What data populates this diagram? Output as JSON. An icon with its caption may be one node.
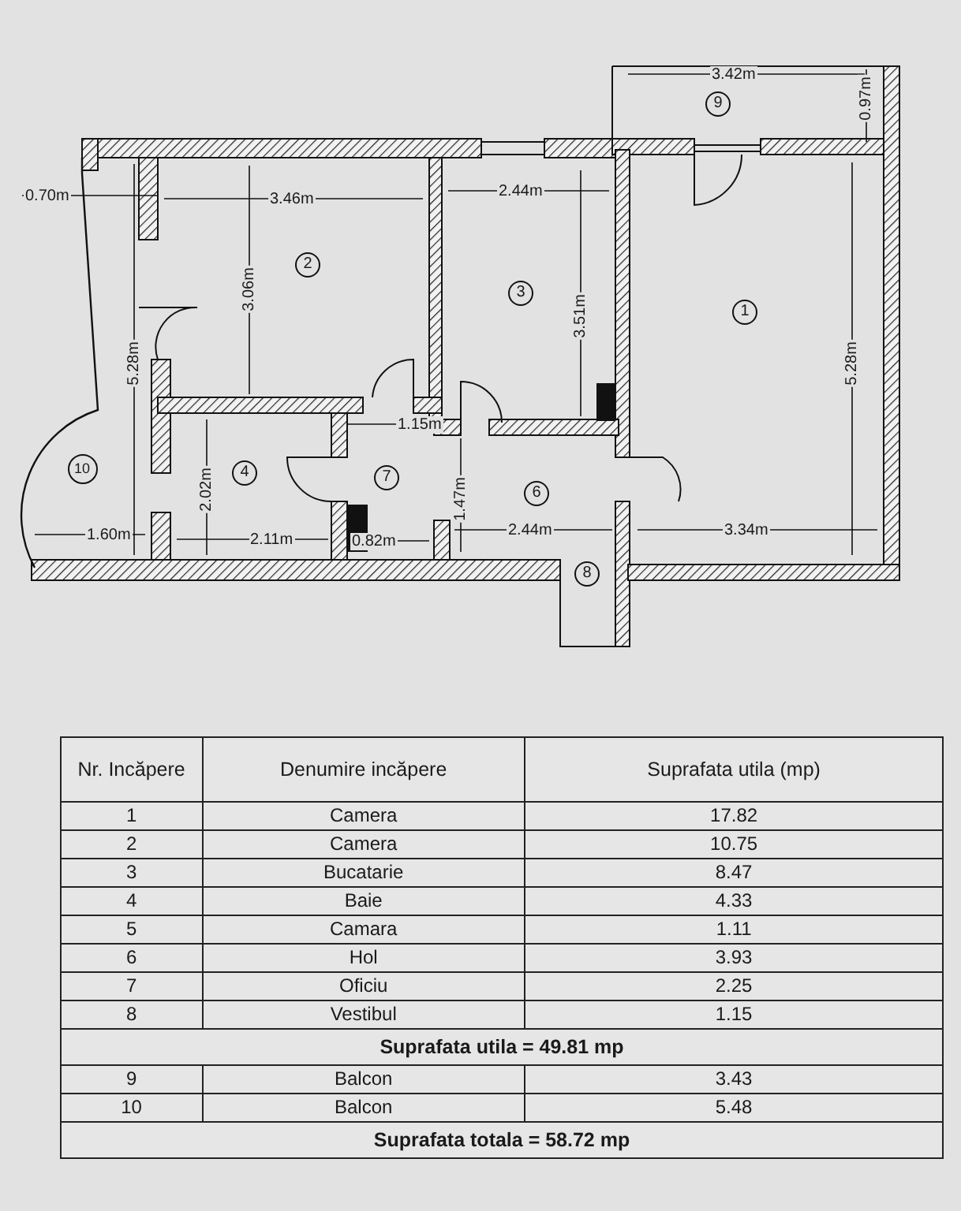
{
  "diagram": {
    "labels": [
      "3.42m",
      "0.97m",
      "9",
      "0.70m",
      "3.46m",
      "2.44m",
      "3.06m",
      "2",
      "3",
      "3.51m",
      "1",
      "5.28m",
      "5.28m",
      "1.15m",
      "10",
      "4",
      "2.02m",
      "7",
      "1.47m",
      "6",
      "1.60m",
      "2.11m",
      "0.82m",
      "2.44m",
      "3.34m",
      "8",
      "Nr. Incăpere",
      "Denumire incăpere",
      "Suprafata utila (mp)",
      "1",
      "Camera",
      "17.82",
      "2",
      "Camera",
      "10.75",
      "3",
      "Bucatarie",
      "8.47",
      "4",
      "Baie",
      "4.33",
      "5",
      "Camara",
      "1.11",
      "6",
      "Hol",
      "3.93",
      "7",
      "Oficiu",
      "2.25",
      "8",
      "Vestibul",
      "1.15",
      "Suprafata utila = 49.81 mp",
      "9",
      "Balcon",
      "3.43",
      "10",
      "Balcon",
      "5.48",
      "Suprafata totala = 58.72 mp"
    ]
  }
}
